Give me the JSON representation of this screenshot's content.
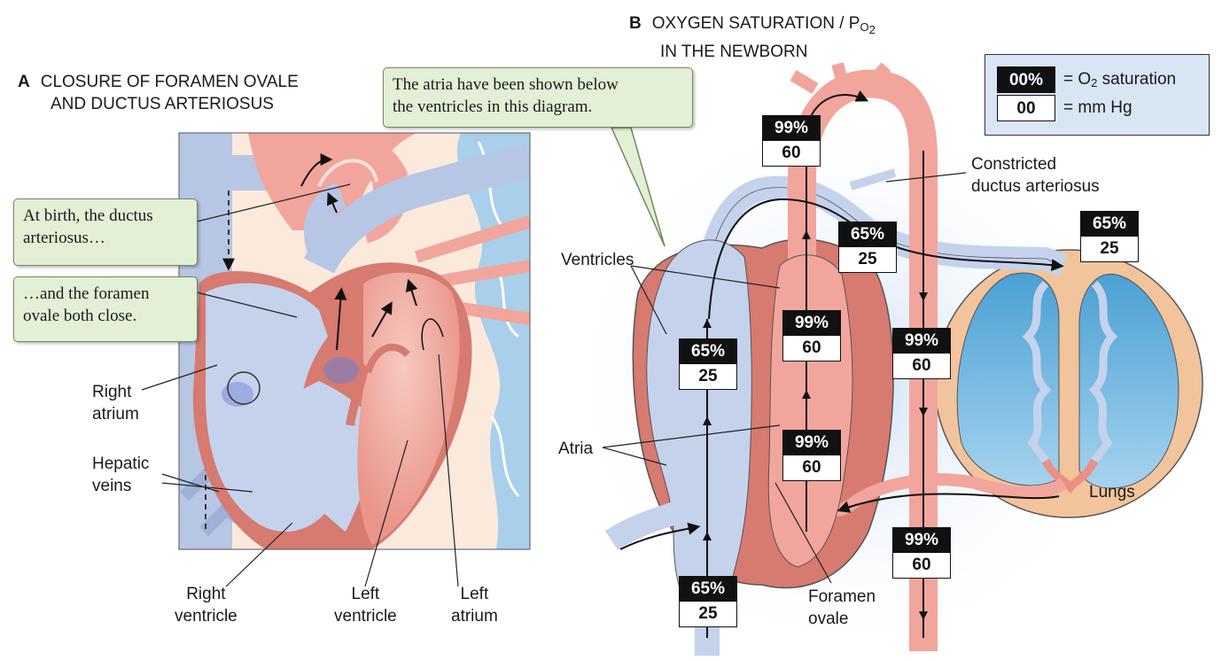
{
  "panel_a": {
    "letter": "A",
    "title_line1": "CLOSURE OF FORAMEN OVALE",
    "title_line2": "AND DUCTUS ARTERIOSUS",
    "callout_ductus": "At birth, the ductus\narteriosus…",
    "callout_foramen": "…and the foramen\novale both close.",
    "labels": {
      "right_atrium": "Right\natrium",
      "hepatic_veins": "Hepatic\nveins",
      "right_ventricle": "Right\nventricle",
      "left_ventricle": "Left\nventricle",
      "left_atrium": "Left\natrium"
    }
  },
  "panel_b": {
    "letter": "B",
    "title_line1_prefix": "OXYGEN SATURATION / P",
    "title_sub_o": "O",
    "title_sub_2": "2",
    "title_line2": "IN THE NEWBORN",
    "callout_note": "The atria have been shown below\nthe ventricles in this diagram.",
    "labels": {
      "ventricles": "Ventricles",
      "atria": "Atria",
      "foramen_ovale": "Foramen\novale",
      "constricted_ductus": "Constricted\nductus arteriosus",
      "lungs": "Lungs"
    },
    "legend": {
      "sat_box": "00%",
      "mm_box": "00",
      "sat_text_prefix": "= O",
      "sat_text_sub": "2",
      "sat_text_suffix": " saturation",
      "mm_text": "= mm Hg"
    },
    "badges": [
      {
        "id": "aorta-top",
        "saturation": "99%",
        "mmhg": "60"
      },
      {
        "id": "pulmonary-trunk",
        "saturation": "65%",
        "mmhg": "25"
      },
      {
        "id": "lung-inflow",
        "saturation": "65%",
        "mmhg": "25"
      },
      {
        "id": "right-ventricle",
        "saturation": "65%",
        "mmhg": "25"
      },
      {
        "id": "left-ventricle",
        "saturation": "99%",
        "mmhg": "60"
      },
      {
        "id": "descending-aorta-upper",
        "saturation": "99%",
        "mmhg": "60"
      },
      {
        "id": "left-atrium",
        "saturation": "99%",
        "mmhg": "60"
      },
      {
        "id": "descending-aorta-lower",
        "saturation": "99%",
        "mmhg": "60"
      },
      {
        "id": "vena-cava",
        "saturation": "65%",
        "mmhg": "25"
      }
    ]
  },
  "colors": {
    "venous_blue": "#c9d6ec",
    "arterial_red": "#f2a59c",
    "dark_red": "#d67a70",
    "callout_green": "#e3f0d6",
    "legend_blue": "#d8e6f4",
    "lung_fill": "#6fb2dc",
    "lung_rim": "#f2c49c"
  }
}
